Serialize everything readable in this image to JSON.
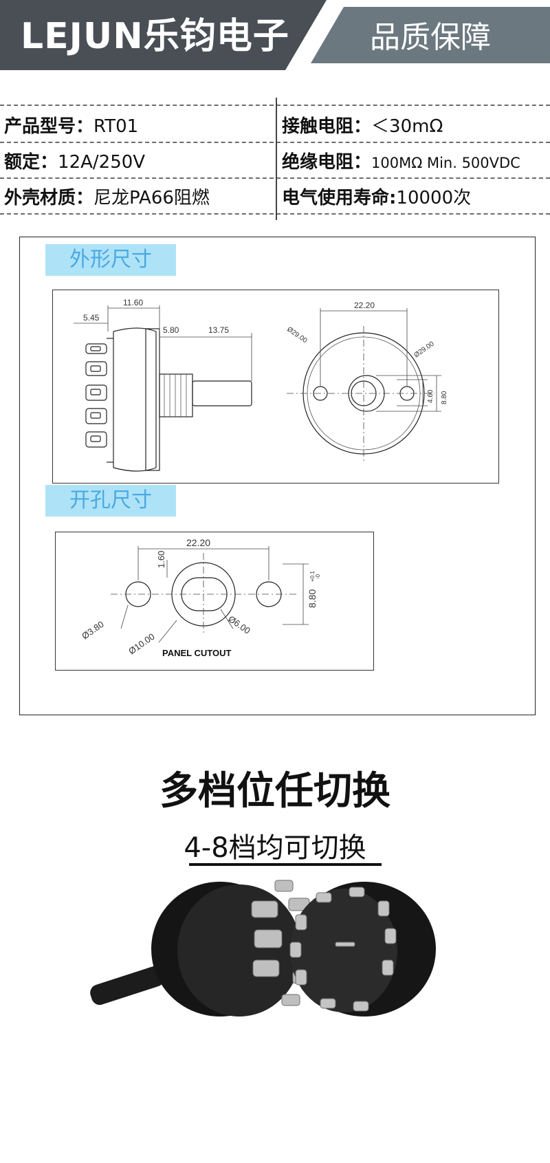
{
  "header": {
    "brand": "LEJUN乐钧电子",
    "quality": "品质保障",
    "colors": {
      "dark": "#4a4f56",
      "slate": "#6c7880"
    }
  },
  "specs": {
    "left": [
      {
        "label": "产品型号",
        "sep": "：",
        "value": "RT01"
      },
      {
        "label": "额定",
        "sep": "：",
        "value": "12A/250V"
      },
      {
        "label": "外壳材质",
        "sep": "：",
        "value": "尼龙PA66阻燃"
      }
    ],
    "right": [
      {
        "label": "接触电阻",
        "sep": "：",
        "value": "＜30mΩ"
      },
      {
        "label": "绝缘电阻",
        "sep": "：",
        "value": "100MΩ Min. 500VDC"
      },
      {
        "label": "电气使用寿命",
        "sep": ":",
        "value": "10000次"
      }
    ]
  },
  "outline": {
    "tag": "外形尺寸",
    "side_dims": [
      "11.60",
      "5.45",
      "5.80",
      "13.75"
    ],
    "front_dims": [
      "22.20",
      "Ø29.00",
      "Ø29.00",
      "4.60",
      "8.80"
    ]
  },
  "cutout": {
    "tag": "开孔尺寸",
    "dims": [
      "22.20",
      "1.60",
      "8.80",
      "+0.1",
      "-0",
      "Ø3.80",
      "Ø10.00",
      "Ø6.00"
    ],
    "caption": "PANEL CUTOUT"
  },
  "product": {
    "heading": "多档位任切换",
    "subheading": "4-8档均可切换"
  }
}
